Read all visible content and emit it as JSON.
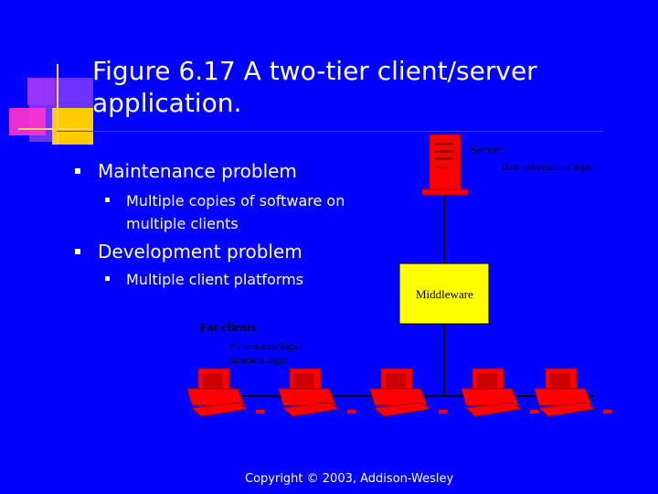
{
  "title": "Figure 6.17 A two-tier client/server application.",
  "bullets": [
    {
      "text": "Maintenance problem",
      "subs": [
        "Multiple copies of software on multiple clients"
      ]
    },
    {
      "text": "Development problem",
      "subs": [
        "Multiple client platforms"
      ]
    }
  ],
  "diagram": {
    "server_label": "Server",
    "server_sublabel": "Data/information logic",
    "middleware_label": "Middleware",
    "clients_label": "Fat clients",
    "clients_sublabel_1": "Presentation logic",
    "clients_sublabel_2": "Business logic"
  },
  "footer": "Copyright © 2003, Addison-Wesley",
  "colors": {
    "background": "#0000ff",
    "computer": "#ff0000",
    "middleware": "#ffff00",
    "deco_pink": "#ff33cc",
    "deco_yellow": "#ffcc00",
    "deco_purple": "#9900cc"
  }
}
